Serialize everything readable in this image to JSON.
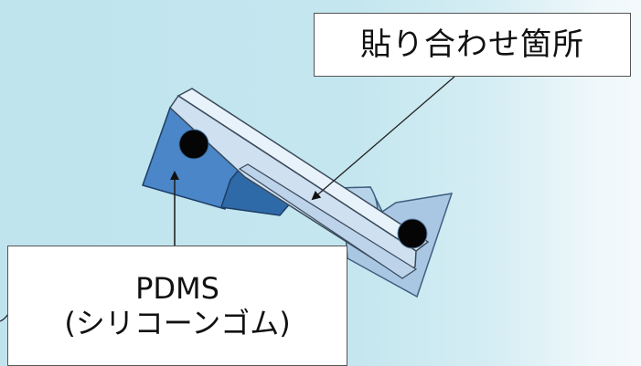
{
  "labels": {
    "bonding_site": "貼り合わせ箇所",
    "material_line1": "PDMS",
    "material_line2": "(シリコーンゴム)"
  },
  "colors": {
    "background": "#c3e5ee",
    "left_block": "#4a86c8",
    "left_block_dark": "#2f6aa8",
    "right_block": "#a9c7e3",
    "beam": "#d6e6f4",
    "holes": "#050505",
    "box_border": "#555555"
  }
}
